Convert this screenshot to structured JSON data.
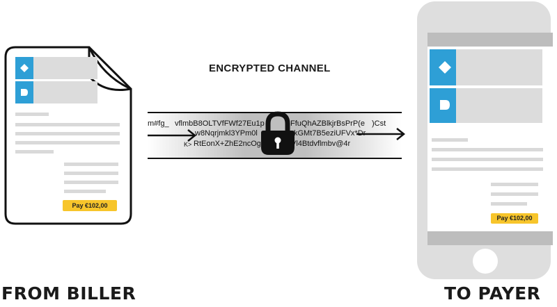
{
  "title": "ENCRYPTED CHANNEL",
  "from_label": "FROM BILLER",
  "to_label": "TO PAYER",
  "document": {
    "pay_label": "Pay €102,00"
  },
  "phone": {
    "pay_label": "Pay €102,00"
  },
  "channel": {
    "line1_a": "m#fg_",
    "line1_b": "vflmbB8OLTVfFWf27Eu1p",
    "line1_c": "FfuQhAZBlkjrBsPrP(e",
    "line1_d": ")Cst",
    "line2_a": "w8Nqrjmkl3YPm0l",
    "line2_b": "kGMt7B5eziUFVx*Dr",
    "line3_a": "K>",
    "line3_b": "RtEonX+ZhE2ncOgh",
    "line3_c": "Vl4Btdvflmbv@4r"
  },
  "colors": {
    "accent_blue": "#2e9fd6",
    "pay_yellow": "#f7c52b",
    "gray_block": "#dcdcdc",
    "gray_line": "#d9d9d9"
  }
}
